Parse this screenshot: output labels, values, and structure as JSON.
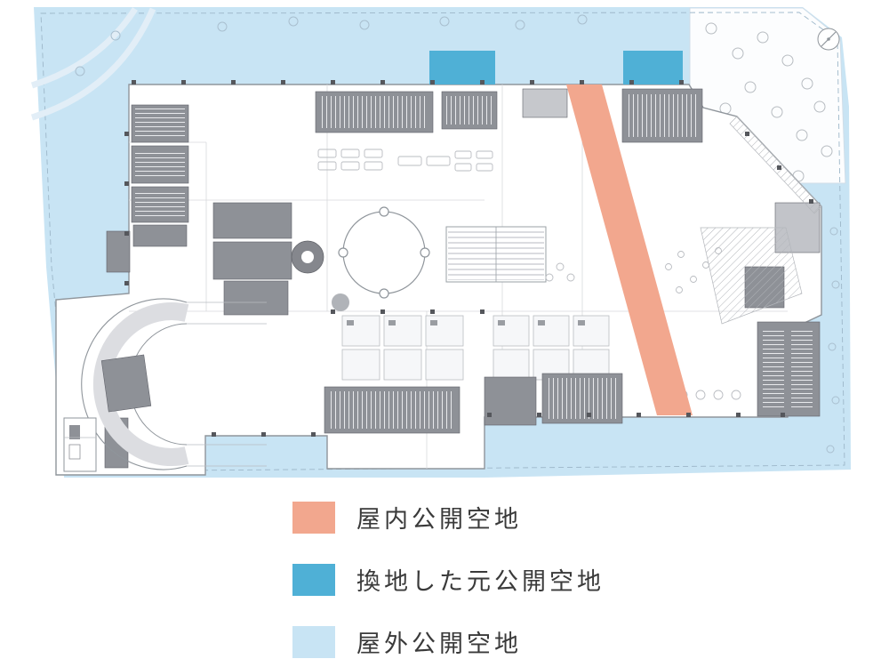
{
  "legend": {
    "items": [
      {
        "id": "indoor-public-open-space",
        "label": "屋内公開空地",
        "color": "#f2a78e"
      },
      {
        "id": "relocated-former-public-open-space",
        "label": "換地した元公開空地",
        "color": "#4fb0d6"
      },
      {
        "id": "outdoor-public-open-space",
        "label": "屋外公開空地",
        "color": "#c8e4f4"
      }
    ]
  },
  "plan": {
    "colors": {
      "outdoor_open_space": "#c8e4f4",
      "indoor_open_space": "#f2a78e",
      "former_open_space": "#4fb0d6",
      "building_outline": "#8f959b",
      "core_gray": "#8e9197",
      "site_boundary_dash": "#9db7c9"
    }
  }
}
